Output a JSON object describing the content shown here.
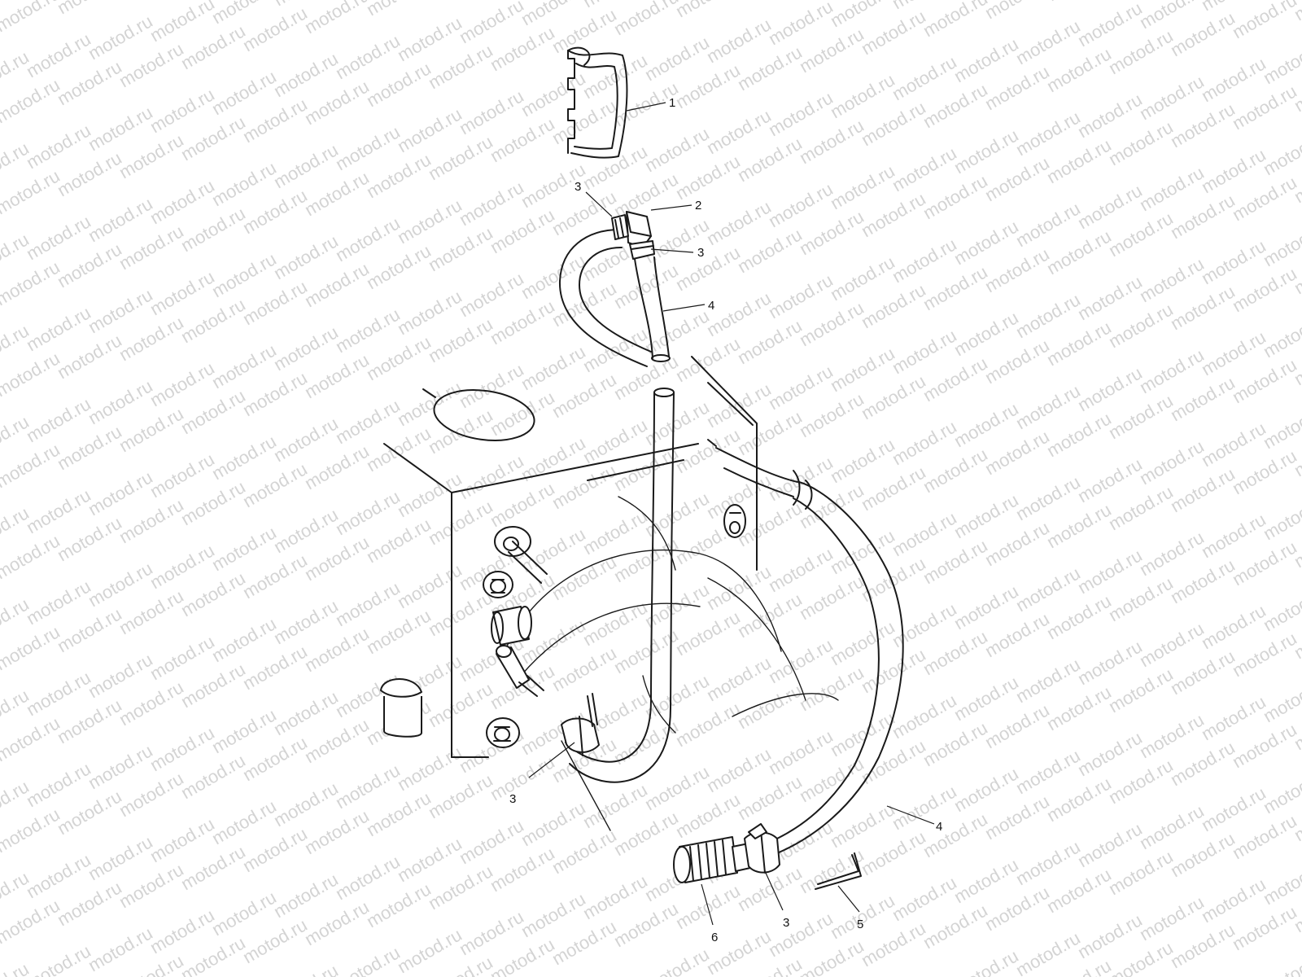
{
  "watermark": {
    "text": "motod.ru"
  },
  "callouts": [
    {
      "id": "seal-1",
      "label": "1"
    },
    {
      "id": "elbow-2",
      "label": "2"
    },
    {
      "id": "clamp-top-left",
      "label": "3"
    },
    {
      "id": "clamp-top-right",
      "label": "3"
    },
    {
      "id": "hose-top",
      "label": "4"
    },
    {
      "id": "clamp-tank",
      "label": "3"
    },
    {
      "id": "hose-right",
      "label": "4"
    },
    {
      "id": "tie-5",
      "label": "5"
    },
    {
      "id": "filter-6",
      "label": "6"
    },
    {
      "id": "clamp-bottom",
      "label": "3"
    }
  ],
  "colors": {
    "ink": "#1a1a1a",
    "watermark": "#d4d4d4",
    "background": "#ffffff"
  }
}
